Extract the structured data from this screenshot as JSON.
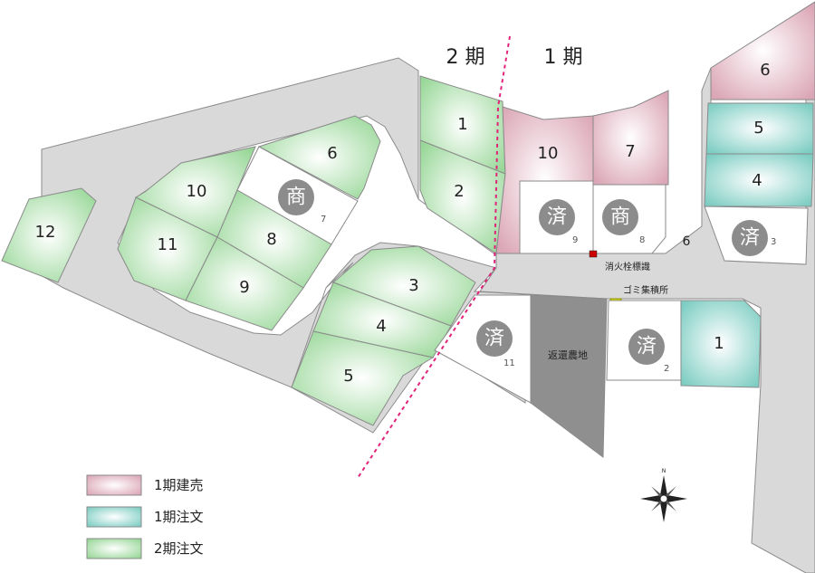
{
  "phases": {
    "phase2": "2 期",
    "phase1": "1 期"
  },
  "lots": {
    "west": [
      "12",
      "10",
      "11",
      "8",
      "9",
      "6"
    ],
    "center_west": [
      "3",
      "4",
      "5"
    ],
    "center_north": [
      "1",
      "2"
    ],
    "north_pink": [
      "10",
      "7"
    ],
    "east": [
      "6",
      "5",
      "4"
    ],
    "south": [
      "1"
    ]
  },
  "badges": {
    "shou": "商",
    "sumi": "済",
    "shou7": "7",
    "sumi9": "9",
    "shou8": "8",
    "sumi3": "3",
    "sumi11": "11",
    "sumi2": "2",
    "road6": "6"
  },
  "labels": {
    "hydrant": "消火栓標識",
    "garbage": "ゴミ集積所",
    "farmland": "返還農地",
    "north": "N"
  },
  "legend": [
    {
      "label": "1期建売",
      "color": "#dba6b6"
    },
    {
      "label": "1期注文",
      "color": "#7dcdc3"
    },
    {
      "label": "2期注文",
      "color": "#98d798"
    }
  ],
  "colors": {
    "green": "#98d798",
    "pink": "#dba6b6",
    "teal": "#7dcdc3",
    "road": "#d9d9d9",
    "farmland": "#8f8f8f",
    "badge": "#8c8c8c",
    "divider": "#e0247a",
    "hydrant": "#cc0000",
    "garbage": "#e6e600"
  }
}
